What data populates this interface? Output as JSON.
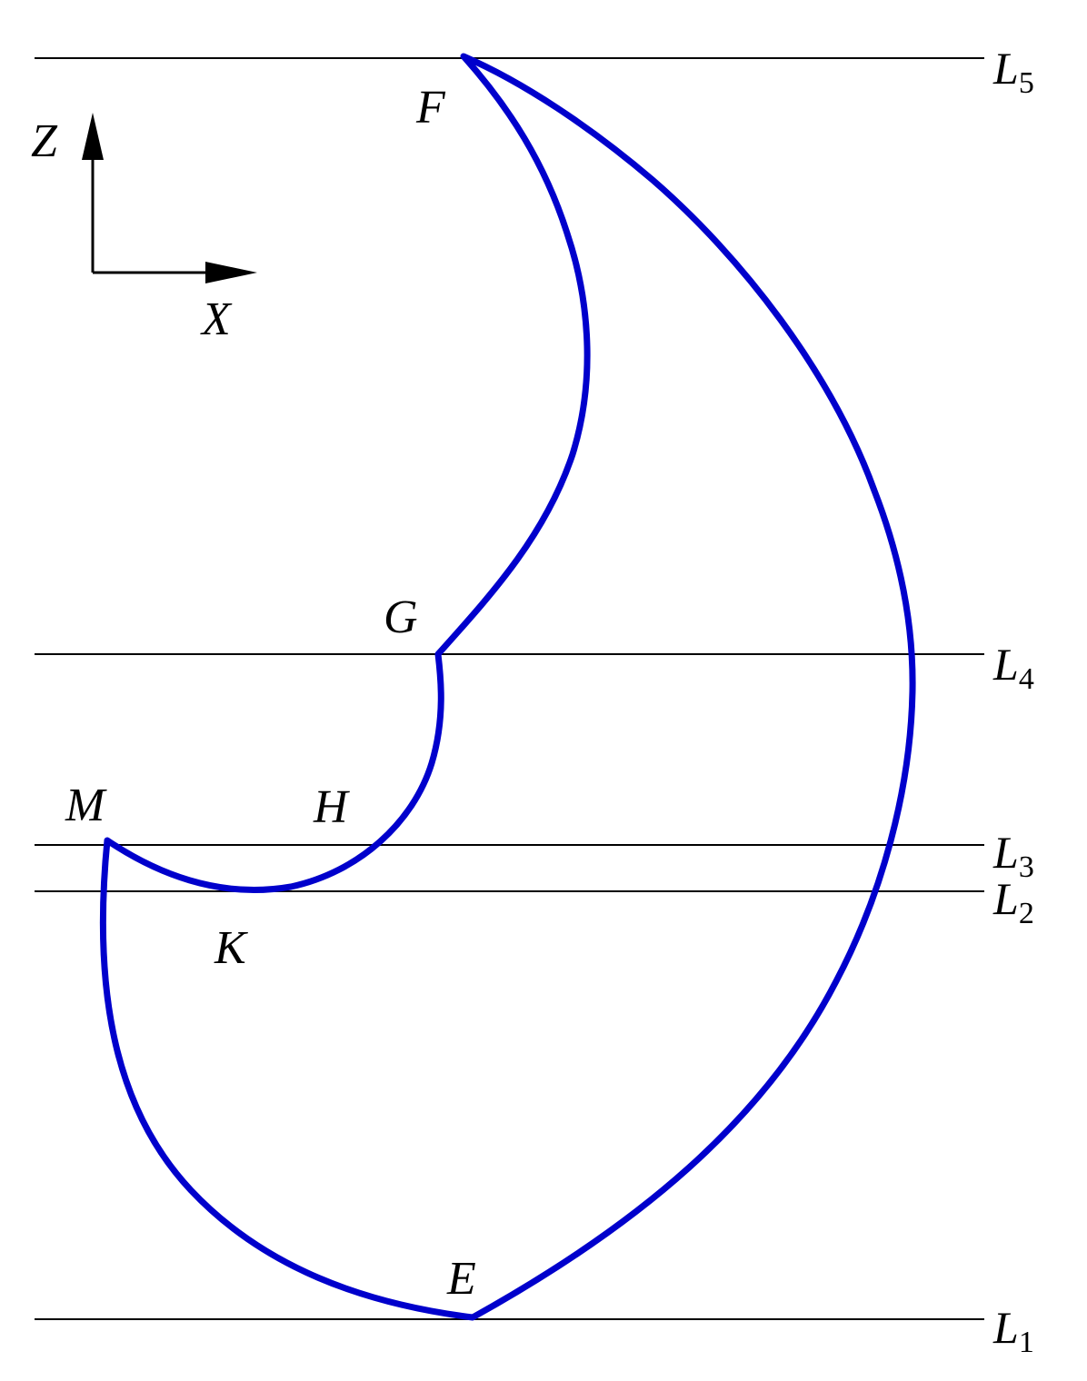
{
  "colors": {
    "profile": "#0000cc",
    "lines": "#000000",
    "text": "#000000"
  },
  "axes": {
    "vertical_label": "Z",
    "horizontal_label": "X"
  },
  "reference_lines": [
    {
      "letter": "L",
      "index": "5"
    },
    {
      "letter": "L",
      "index": "4"
    },
    {
      "letter": "L",
      "index": "3"
    },
    {
      "letter": "L",
      "index": "2"
    },
    {
      "letter": "L",
      "index": "1"
    }
  ],
  "points": {
    "F": "F",
    "G": "G",
    "H": "H",
    "M": "M",
    "K": "K",
    "E": "E"
  }
}
